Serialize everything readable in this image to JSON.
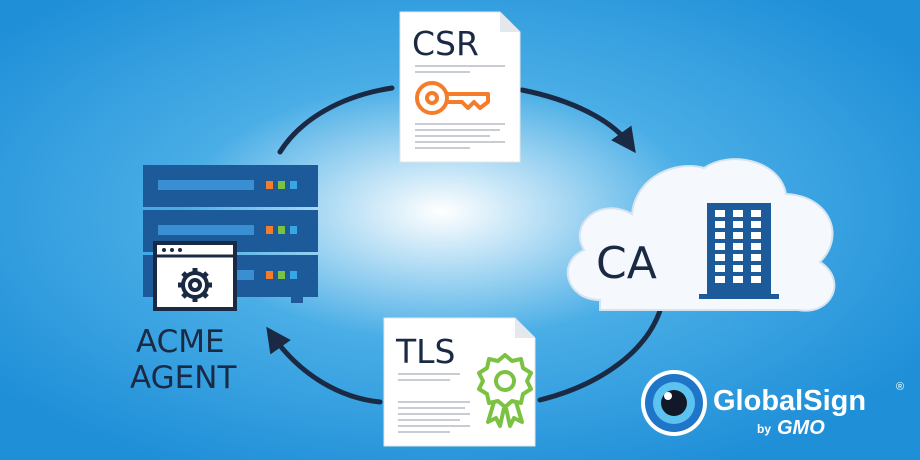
{
  "colors": {
    "background_center": "#ffffff",
    "background_mid": "#4aaee6",
    "background_edge": "#1f8fd8",
    "navy": "#1b2a44",
    "server_blue": "#1d5a9a",
    "server_slot": "#3a8fd3",
    "key_orange": "#f47c2a",
    "badge_green": "#7cc242",
    "led_orange": "#f47c2a",
    "led_green": "#7cc242",
    "led_blue": "#37a6e6",
    "building_blue": "#1d5a9a",
    "cloud_fill": "#f5f9fd",
    "doc_line": "#c9ccd3",
    "globalsign_blue": "#1f75c7",
    "globalsign_text": "#ffffff"
  },
  "diagram": {
    "csr_document": {
      "label": "CSR",
      "icon": "key-icon"
    },
    "tls_document": {
      "label": "TLS",
      "icon": "certificate-badge-icon"
    },
    "ca_cloud": {
      "label": "CA",
      "icon": "building-icon"
    },
    "acme_agent": {
      "label_line1": "ACME",
      "label_line2": "AGENT",
      "icon": "server-icon",
      "window_icon": "gear-icon"
    }
  },
  "logo": {
    "name": "GlobalSign",
    "registered": "®",
    "byline_by": "by",
    "byline_company": "GMO"
  }
}
